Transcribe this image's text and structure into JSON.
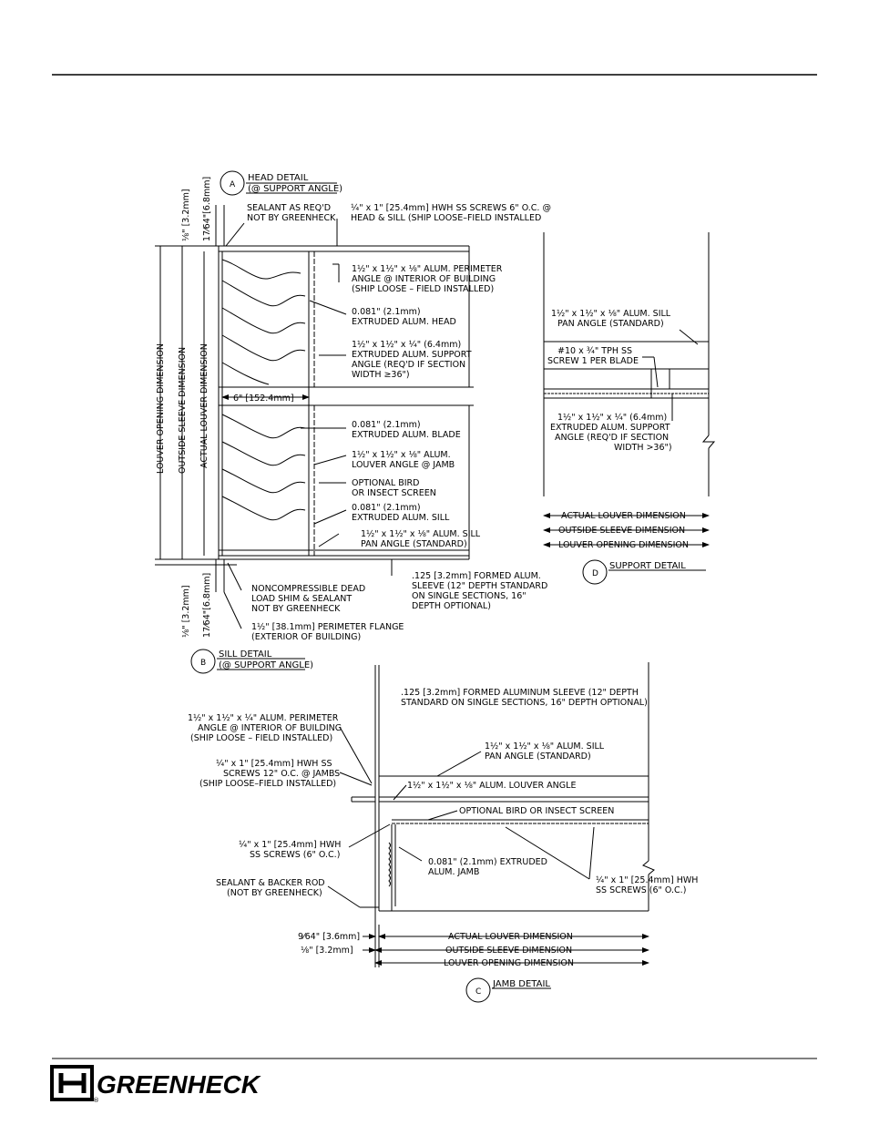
{
  "head": {
    "circle": "A",
    "title": "HEAD DETAIL",
    "subtitle": "(@ SUPPORT ANGLE)",
    "dim_left": "⅛\" [3.2mm]",
    "dim_right": "17⁄64\"[6.8mm]",
    "sealant": [
      "SEALANT AS REQ'D",
      "NOT BY GREENHECK"
    ],
    "screws": [
      "¼\" x 1\" [25.4mm] HWH SS SCREWS 6\" O.C. @",
      "HEAD & SILL (SHIP LOOSE–FIELD INSTALLED"
    ],
    "perimeter": [
      "1½\" x 1½\" x ⅛\" ALUM. PERIMETER",
      "ANGLE @ INTERIOR OF BUILDING",
      "(SHIP LOOSE – FIELD INSTALLED)"
    ],
    "head_ext": [
      "0.081\" (2.1mm)",
      "EXTRUDED ALUM. HEAD"
    ],
    "support": [
      "1½\" x 1½\" x ¼\" (6.4mm)",
      "EXTRUDED ALUM. SUPPORT",
      "ANGLE (REQ'D IF SECTION",
      "WIDTH ≥36\")"
    ],
    "width_dim": "6\" [152.4mm]",
    "blade": [
      "0.081\" (2.1mm)",
      "EXTRUDED ALUM. BLADE"
    ],
    "louver_angle": [
      "1½\" x 1½\" x ⅛\" ALUM.",
      "LOUVER ANGLE @ JAMB"
    ],
    "bird": [
      "OPTIONAL BIRD",
      "OR INSECT SCREEN"
    ],
    "sill_ext": [
      "0.081\" (2.1mm)",
      "EXTRUDED ALUM. SILL"
    ],
    "sill_pan": [
      "1½\" x 1½\" x ⅛\" ALUM. SILL",
      "PAN ANGLE (STANDARD)"
    ],
    "vert_dims": [
      "LOUVER OPENING DIMENSION",
      "OUTSIDE SLEEVE DIMENSION",
      "ACTUAL LOUVER DIMENSION"
    ]
  },
  "sill": {
    "circle": "B",
    "title": "SILL DETAIL",
    "subtitle": "(@ SUPPORT ANGLE)",
    "dim_left": "⅛\" [3.2mm]",
    "dim_right": "17⁄64\"[6.8mm]",
    "shim": [
      "NONCOMPRESSIBLE DEAD",
      "LOAD SHIM & SEALANT",
      "NOT BY GREENHECK"
    ],
    "sleeve": [
      ".125 [3.2mm] FORMED ALUM.",
      "SLEEVE (12\" DEPTH STANDARD",
      "ON SINGLE SECTIONS, 16\"",
      "DEPTH OPTIONAL)"
    ],
    "flange": [
      "1½\" [38.1mm] PERIMETER FLANGE",
      "(EXTERIOR OF BUILDING)"
    ]
  },
  "support": {
    "circle": "D",
    "title": "SUPPORT DETAIL",
    "sill_pan": [
      "1½\" x 1½\" x ⅛\" ALUM. SILL",
      "PAN ANGLE (STANDARD)"
    ],
    "tph": [
      "#10 x ¾\" TPH SS",
      "SCREW 1 PER BLADE"
    ],
    "support_angle": [
      "1½\" x 1½\" x ¼\" (6.4mm)",
      "EXTRUDED ALUM. SUPPORT",
      "ANGLE (REQ'D IF SECTION",
      "WIDTH >36\")"
    ],
    "dims": [
      "ACTUAL LOUVER DIMENSION",
      "OUTSIDE SLEEVE DIMENSION",
      "LOUVER OPENING DIMENSION"
    ]
  },
  "jamb": {
    "circle": "C",
    "title": "JAMB DETAIL",
    "sleeve": [
      ".125 [3.2mm] FORMED ALUMINUM SLEEVE (12\" DEPTH",
      "STANDARD ON SINGLE SECTIONS, 16\" DEPTH OPTIONAL)"
    ],
    "perimeter": [
      "1½\" x 1½\" x ¼\" ALUM. PERIMETER",
      "ANGLE @ INTERIOR OF BUILDING",
      "(SHIP LOOSE – FIELD INSTALLED)"
    ],
    "sill_pan": [
      "1½\" x 1½\" x ⅛\" ALUM. SILL",
      "PAN ANGLE (STANDARD)"
    ],
    "screws12": [
      "¼\" x 1\" [25.4mm] HWH SS",
      "SCREWS 12\" O.C. @ JAMBS",
      "(SHIP LOOSE–FIELD INSTALLED)"
    ],
    "louver_angle": "1½\" x 1½\" x ⅛\" ALUM. LOUVER ANGLE",
    "bird": "OPTIONAL BIRD OR INSECT SCREEN",
    "screws6": [
      "¼\" x 1\" [25.4mm] HWH",
      "SS SCREWS (6\" O.C.)"
    ],
    "jamb_ext": [
      "0.081\" (2.1mm) EXTRUDED",
      "ALUM. JAMB"
    ],
    "screws6r": [
      "¼\" x 1\" [25.4mm] HWH",
      "SS SCREWS (6\" O.C.)"
    ],
    "sealant": [
      "SEALANT & BACKER ROD",
      "(NOT BY GREENHECK)"
    ],
    "dim_a": "9⁄64\" [3.6mm]",
    "dim_b": "⅛\" [3.2mm]",
    "dims": [
      "ACTUAL LOUVER DIMENSION",
      "OUTSIDE SLEEVE DIMENSION",
      "LOUVER OPENING DIMENSION"
    ]
  },
  "brand": {
    "name": "GREENHECK",
    "reg": "®"
  }
}
